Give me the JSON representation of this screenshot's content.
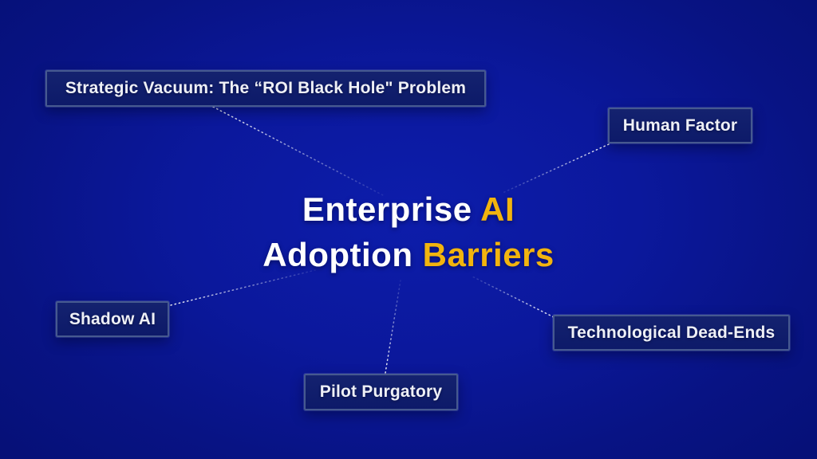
{
  "canvas": {
    "background_center_color": "#0D1DAB",
    "background_edge_color": "#050F73",
    "connector_color": "#FFFFFF"
  },
  "central_topic": {
    "line1_main": "Enterprise ",
    "line1_accent": "AI",
    "line2_main": "Adoption ",
    "line2_accent": "Barriers",
    "accent_color": "#F2B40E",
    "text_color": "#FFFFFF"
  },
  "node_style": {
    "fill_color": "#0E1A69",
    "border_color": "#46598F",
    "text_color": "#EEF0F6"
  },
  "nodes": [
    {
      "label": "Strategic Vacuum: The “ROI Black Hole\" Problem"
    },
    {
      "label": "Human Factor"
    },
    {
      "label": "Shadow AI"
    },
    {
      "label": "Pilot Purgatory"
    },
    {
      "label": "Technological Dead-Ends"
    }
  ]
}
